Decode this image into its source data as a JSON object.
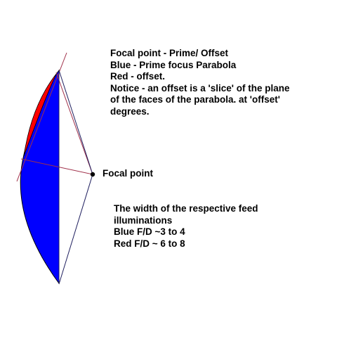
{
  "notes": {
    "lines": [
      "Focal point - Prime/ Offset",
      "Blue - Prime focus Parabola",
      "Red - offset.",
      "Notice - an offset is a 'slice' of the plane",
      "of the faces of the parabola. at 'offset'",
      "degrees."
    ]
  },
  "focal_label": "Focal point",
  "feed": {
    "lines": [
      "The width of the respective feed",
      "illuminations",
      "Blue F/D ~3 to 4",
      "Red F/D ~ 6 to 8"
    ]
  },
  "colors": {
    "prime_dish": "#0000ff",
    "offset_dish": "#ff0000",
    "offset_lines": "#a0304a",
    "prime_lines": "#202060",
    "dish_outline": "#000000",
    "focal_point": "#000000"
  }
}
